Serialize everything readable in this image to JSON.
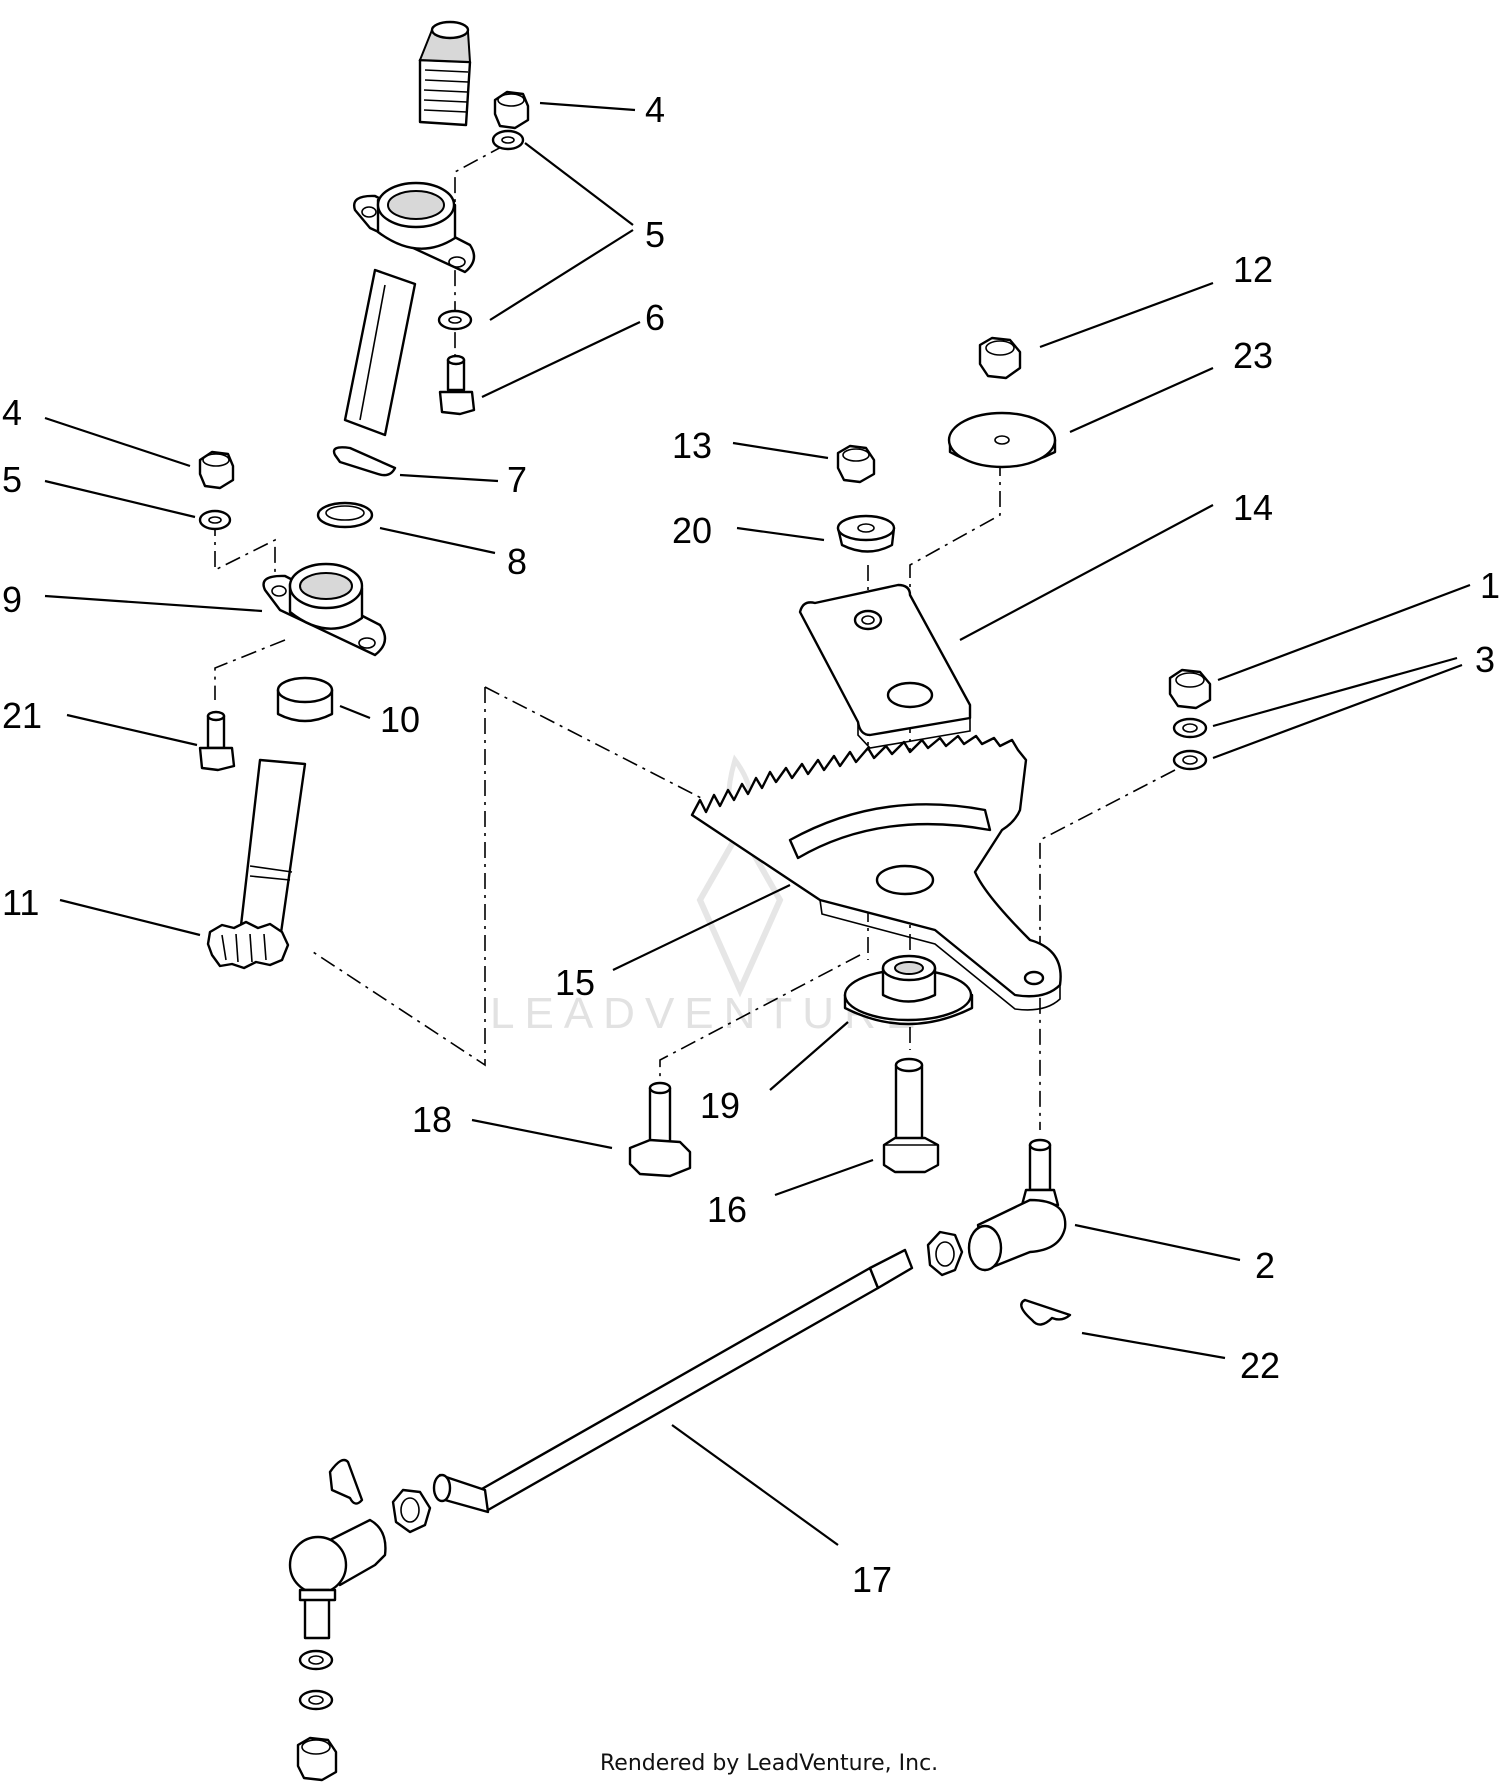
{
  "credit": "Rendered by LeadVenture, Inc.",
  "watermark": "LEADVENTURE",
  "callouts": {
    "c1": "1",
    "c2": "2",
    "c3": "3",
    "c4a": "4",
    "c4b": "4",
    "c5a": "5",
    "c5b": "5",
    "c6": "6",
    "c7": "7",
    "c8": "8",
    "c9": "9",
    "c10": "10",
    "c11": "11",
    "c12": "12",
    "c13": "13",
    "c14": "14",
    "c15": "15",
    "c16": "16",
    "c17": "17",
    "c18": "18",
    "c19": "19",
    "c20": "20",
    "c21": "21",
    "c22": "22",
    "c23": "23"
  }
}
